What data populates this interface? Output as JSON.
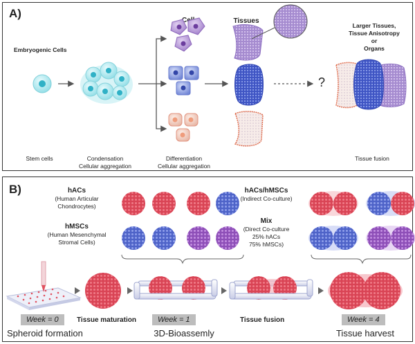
{
  "panelA": {
    "label": "A)",
    "heading_cells": "Cells",
    "heading_tissues": "Tissues",
    "heading_larger": [
      "Larger Tissues,",
      "Tissue Anisotropy",
      "or",
      "Organs"
    ],
    "embryogenic": "Embryogenic Cells",
    "question": "?",
    "captions": {
      "stem": "Stem cells",
      "condensation": [
        "Condensation",
        "Cellular aggregation"
      ],
      "differentiation": [
        "Differentiation",
        "Cellular aggregation"
      ],
      "fusion": "Tissue fusion"
    }
  },
  "panelB": {
    "label": "B)",
    "hacs_title": "hACs",
    "hacs_desc": [
      "(Human Articular",
      "Chondrocytes)"
    ],
    "hmscs_title": "hMSCs",
    "hmscs_desc": [
      "(Human Mesenchymal",
      "Stromal Cells)"
    ],
    "cocult_title": "hACs/hMSCs",
    "cocult_desc": "(Indirect Co-culture)",
    "mix_title": "Mix",
    "mix_desc": [
      "(Direct Co-culture",
      "25% hACs",
      "75% hMSCs)"
    ],
    "weeks": [
      "Week = 0",
      "Week = 1",
      "Week = 4"
    ],
    "steps": {
      "maturation": "Tissue maturation",
      "fusion": "Tissue fusion"
    },
    "bottom": {
      "spheroid": "Spheroid formation",
      "bioassembly": "3D-Bioassemly",
      "harvest": "Tissue harvest"
    }
  },
  "colors": {
    "red": "#e0505f",
    "blue": "#5a6fd0",
    "purple": "#9b5fc0",
    "cyan": "#4cc4d4",
    "cell_peach": "#f0a387"
  }
}
